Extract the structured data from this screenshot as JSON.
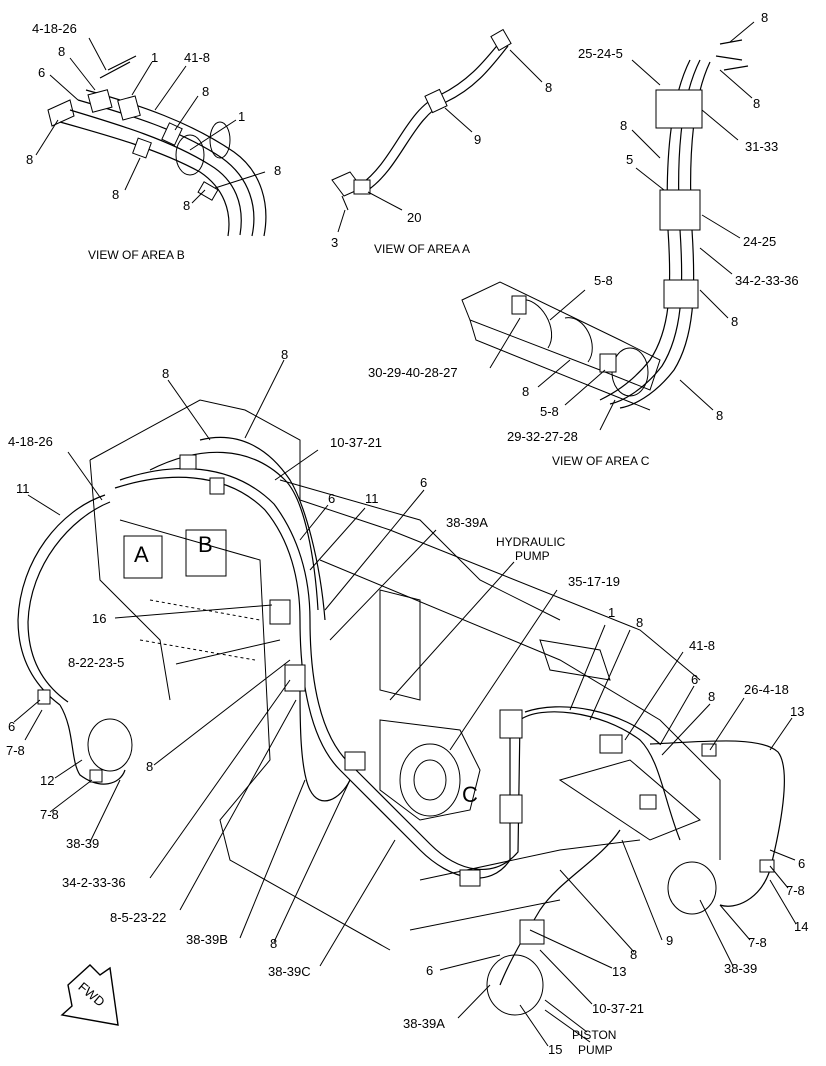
{
  "views": {
    "area_a": "VIEW OF AREA  A",
    "area_b": "VIEW OF AREA  B",
    "area_c": "VIEW OF AREA  C"
  },
  "area_letters": {
    "a": "A",
    "b": "B",
    "c": "C"
  },
  "components": {
    "hydraulic_pump_1": "HYDRAULIC",
    "hydraulic_pump_2": "PUMP",
    "piston_pump_1": "PISTON",
    "piston_pump_2": "PUMP"
  },
  "fwd": "FWD",
  "callouts": {
    "vb_4_18_26": "4-18-26",
    "vb_8a": "8",
    "vb_1a": "1",
    "vb_41_8": "41-8",
    "vb_6": "6",
    "vb_8b": "8",
    "vb_1b": "1",
    "vb_8c": "8",
    "vb_8d": "8",
    "vb_8e": "8",
    "vb_8f": "8",
    "va_8": "8",
    "va_9": "9",
    "va_20": "20",
    "va_3": "3",
    "vc_8a": "8",
    "vc_25_24_5": "25-24-5",
    "vc_8b": "8",
    "vc_8c": "8",
    "vc_31_33": "31-33",
    "vc_5": "5",
    "vc_24_25": "24-25",
    "vc_34_2_33_36": "34-2-33-36",
    "vc_5_8a": "5-8",
    "vc_8d": "8",
    "vc_30_29_40_28_27": "30-29-40-28-27",
    "vc_8e": "8",
    "vc_5_8b": "5-8",
    "vc_8f": "8",
    "vc_29_32_27_28": "29-32-27-28",
    "m_8a": "8",
    "m_8b": "8",
    "m_4_18_26": "4-18-26",
    "m_10_37_21a": "10-37-21",
    "m_11a": "11",
    "m_6a": "6",
    "m_11b": "11",
    "m_6b": "6",
    "m_38_39a": "38-39A",
    "m_35_17_19": "35-17-19",
    "m_16": "16",
    "m_1": "1",
    "m_8c": "8",
    "m_8_22_23_5": "8-22-23-5",
    "m_41_8": "41-8",
    "m_6c": "6",
    "m_8d": "8",
    "m_26_4_18": "26-4-18",
    "m_13a": "13",
    "m_6d": "6",
    "m_7_8a": "7-8",
    "m_8e": "8",
    "m_12": "12",
    "m_7_8b": "7-8",
    "m_38_39b": "38-39",
    "m_6e": "6",
    "m_7_8c": "7-8",
    "m_14": "14",
    "m_7_8d": "7-8",
    "m_38_39c": "38-39",
    "m_34_2_33_36": "34-2-33-36",
    "m_8_5_23_22": "8-5-23-22",
    "m_38_39b2": "38-39B",
    "m_8f": "8",
    "m_38_39c2": "38-39C",
    "m_8g": "8",
    "m_9": "9",
    "m_13b": "13",
    "m_6f": "6",
    "m_38_39a2": "38-39A",
    "m_10_37_21b": "10-37-21",
    "m_15": "15"
  }
}
